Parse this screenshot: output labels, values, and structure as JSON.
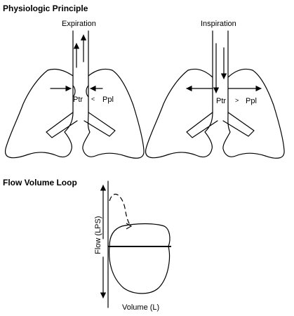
{
  "headings": {
    "principle": "Physiologic Principle",
    "loop": "Flow Volume Loop"
  },
  "expiration_panel": {
    "title": "Expiration",
    "trachea_pressure": "Ptr",
    "comparison": "<",
    "pleural_pressure": "Ppl"
  },
  "inspiration_panel": {
    "title": "Inspiration",
    "trachea_pressure": "Ptr",
    "comparison": ">",
    "pleural_pressure": "Ppl"
  },
  "flow_volume_loop": {
    "y_axis_label": "Flow (LPS)",
    "x_axis_label": "Volume (L)"
  }
}
